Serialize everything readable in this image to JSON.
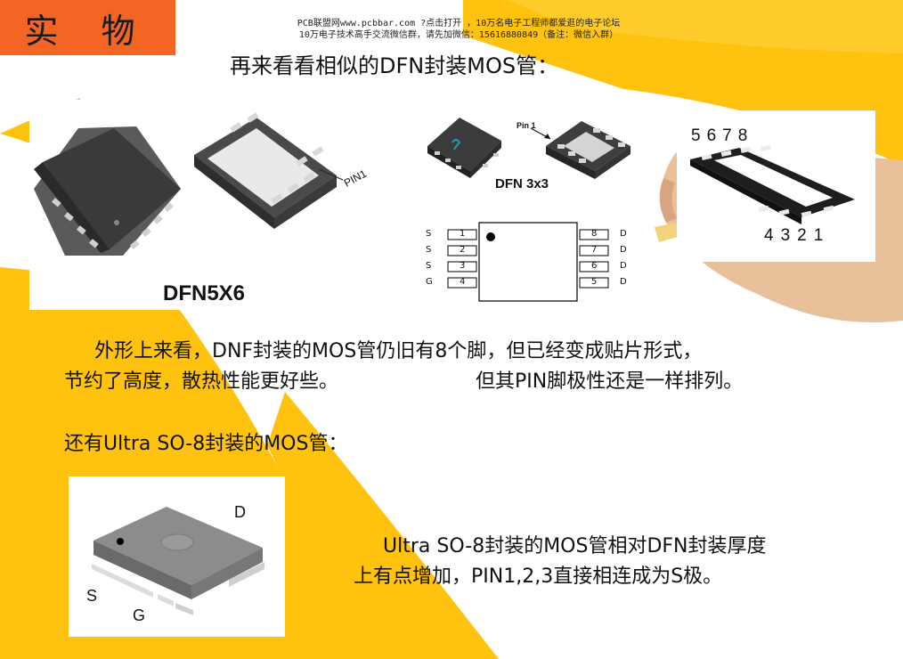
{
  "slide": {
    "title": "实 物",
    "watermark_line1": "PCB联盟网www.pcbbar.com ?点击打开 ，10万名电子工程师都爱逛的电子论坛",
    "watermark_line2": "10万电子技术高手交流微信群，请先加微信：15616880849（备注：微信入群）",
    "heading": "再来看看相似的DFN封装MOS管："
  },
  "dfn5x6": {
    "caption": "DFN5X6",
    "pin_label": "PIN1"
  },
  "dfn3x3": {
    "caption": "DFN 3x3",
    "pin1_label": "Pin 1",
    "left_pins": [
      {
        "name": "S",
        "num": "1"
      },
      {
        "name": "S",
        "num": "2"
      },
      {
        "name": "S",
        "num": "3"
      },
      {
        "name": "G",
        "num": "4"
      }
    ],
    "right_pins": [
      {
        "name": "D",
        "num": "8"
      },
      {
        "name": "D",
        "num": "7"
      },
      {
        "name": "D",
        "num": "6"
      },
      {
        "name": "D",
        "num": "5"
      }
    ]
  },
  "bottom_view": {
    "top_numbers": [
      "5",
      "6",
      "7",
      "8"
    ],
    "bottom_numbers": [
      "4",
      "3",
      "2",
      "1"
    ]
  },
  "paragraph": {
    "line1": "外形上来看，DNF封装的MOS管仍旧有8个脚，但已经变成贴片形式，",
    "line2a": "节约了高度，散热性能更好些。",
    "line2b": "但其PIN脚极性还是一样排列。"
  },
  "ultra": {
    "heading": "还有Ultra SO-8封装的MOS管：",
    "label_d": "D",
    "label_s": "S",
    "label_g": "G",
    "desc_line1": "Ultra SO-8封装的MOS管相对DFN封装厚度",
    "desc_line2": "上有点增加，PIN1,2,3直接相连成为S极。"
  },
  "colors": {
    "accent_orange": "#f26522",
    "accent_yellow": "#ffc20e"
  }
}
